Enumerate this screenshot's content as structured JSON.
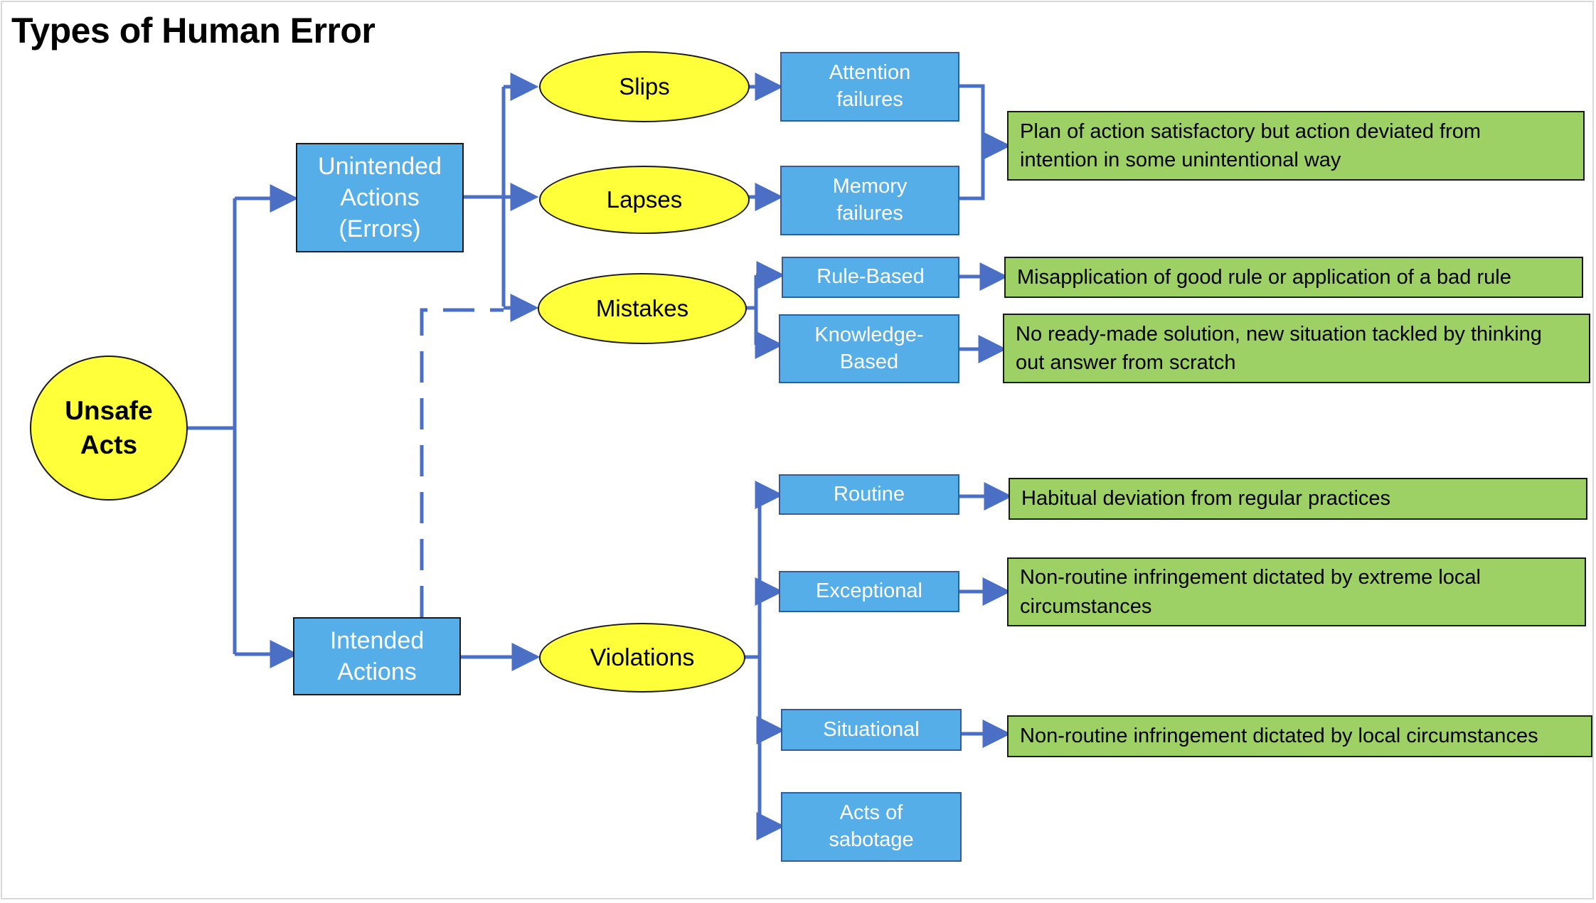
{
  "title": "Types of Human Error",
  "colors": {
    "box_fill": "#56aee8",
    "oval_fill": "#ffff3a",
    "desc_fill": "#9ed165",
    "connector": "#4a6fc4"
  },
  "root": "Unsafe\nActs",
  "branches": {
    "unintended": "Unintended\nActions\n(Errors)",
    "intended": "Intended\nActions"
  },
  "categories": {
    "slips": "Slips",
    "lapses": "Lapses",
    "mistakes": "Mistakes",
    "violations": "Violations"
  },
  "subtypes": {
    "attention": "Attention\nfailures",
    "memory": "Memory\nfailures",
    "rule_based": "Rule-Based",
    "knowledge_based": "Knowledge-\nBased",
    "routine": "Routine",
    "exceptional": "Exceptional",
    "situational": "Situational",
    "sabotage": "Acts of\nsabotage"
  },
  "descriptions": {
    "slips_lapses": "Plan of action satisfactory but action deviated from\nintention in some unintentional way",
    "rule_based": "Misapplication of good rule or application of a bad rule",
    "knowledge_based": "No ready-made solution, new situation tackled by thinking\nout answer from scratch",
    "routine": "Habitual deviation from regular practices",
    "exceptional": "Non-routine infringement dictated by extreme local\ncircumstances",
    "situational": "Non-routine infringement dictated by local circumstances"
  }
}
